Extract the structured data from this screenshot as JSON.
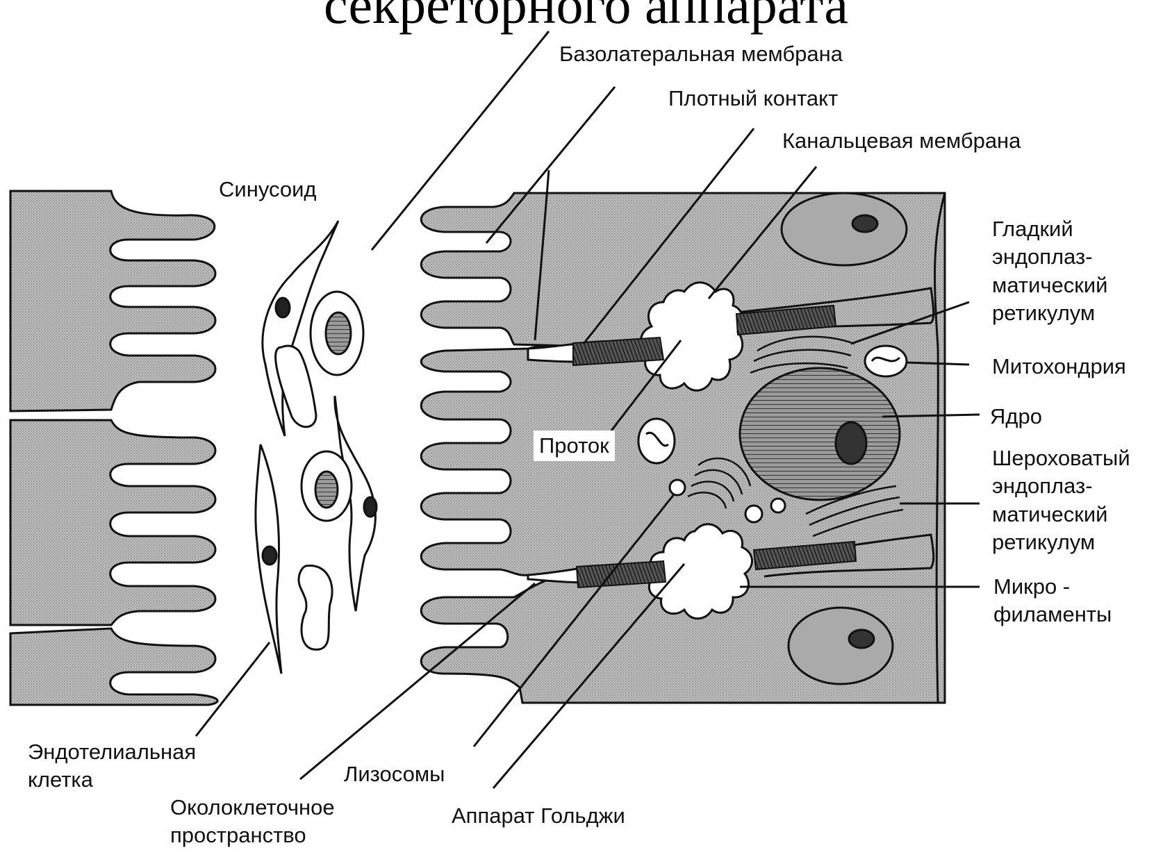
{
  "heading": "секреторного аппарата",
  "labels": {
    "basolateral": "Базолатеральная мембрана",
    "tight_junction": "Плотный контакт",
    "canalicular": "Канальцевая мембрана",
    "sinusoid": "Синусоид",
    "smooth_er": [
      "Гладкий",
      "эндоплаз-",
      "матический",
      "ретикулум"
    ],
    "mitochondrion": "Митохондрия",
    "nucleus": "Ядро",
    "duct": "Проток",
    "rough_er": [
      "Шероховатый",
      "эндоплаз-",
      "матический",
      "ретикулум"
    ],
    "microfilaments": [
      "Микро -",
      "филаменты"
    ],
    "endothelial": [
      "Эндотелиальная",
      "клетка"
    ],
    "lysosomes": "Лизосомы",
    "pericellular": [
      "Околоклеточное",
      "пространство"
    ],
    "golgi": "Аппарат Гольджи"
  },
  "colors": {
    "cytoplasm": "#b8b8b8",
    "ink": "#111111",
    "background": "#ffffff"
  }
}
